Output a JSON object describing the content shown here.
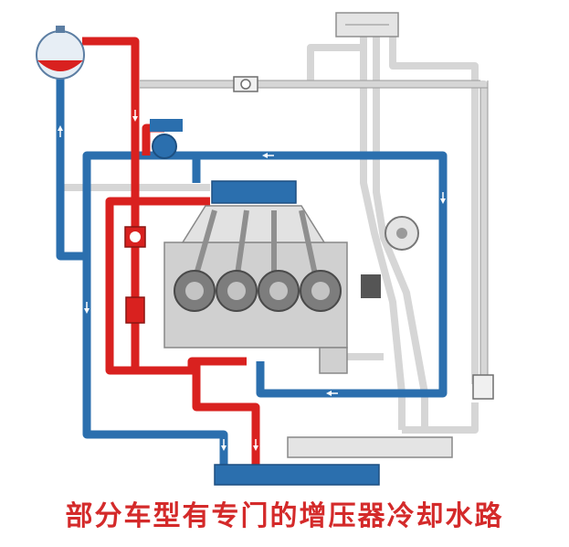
{
  "caption": "部分车型有专门的增压器冷却水路",
  "colors": {
    "hot": "#d9211f",
    "cold": "#2b6fae",
    "neutral": "#d6d6d6",
    "neutral_edge": "#8e8e8e",
    "engine": "#d0d0d0",
    "cylinder": "#7d7d7d",
    "caption": "#d42a2a"
  },
  "icons": [
    "expansion-tank",
    "thermostat",
    "water-pump",
    "turbocharger",
    "radiator",
    "heater-core",
    "valve"
  ]
}
